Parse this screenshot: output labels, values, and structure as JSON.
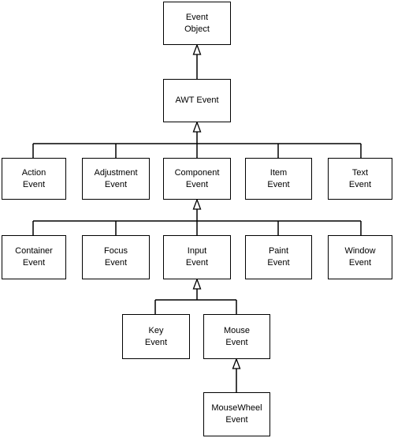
{
  "nodes": {
    "event_object": {
      "line1": "Event",
      "line2": "Object"
    },
    "awt_event": {
      "line1": "AWT Event"
    },
    "action_event": {
      "line1": "Action",
      "line2": "Event"
    },
    "adjustment_event": {
      "line1": "Adjustment",
      "line2": "Event"
    },
    "component_event": {
      "line1": "Component",
      "line2": "Event"
    },
    "item_event": {
      "line1": "Item",
      "line2": "Event"
    },
    "text_event": {
      "line1": "Text",
      "line2": "Event"
    },
    "container_event": {
      "line1": "Container",
      "line2": "Event"
    },
    "focus_event": {
      "line1": "Focus",
      "line2": "Event"
    },
    "input_event": {
      "line1": "Input",
      "line2": "Event"
    },
    "paint_event": {
      "line1": "Paint",
      "line2": "Event"
    },
    "window_event": {
      "line1": "Window",
      "line2": "Event"
    },
    "key_event": {
      "line1": "Key",
      "line2": "Event"
    },
    "mouse_event": {
      "line1": "Mouse",
      "line2": "Event"
    },
    "mousewheel_event": {
      "line1": "MouseWheel",
      "line2": "Event"
    }
  }
}
